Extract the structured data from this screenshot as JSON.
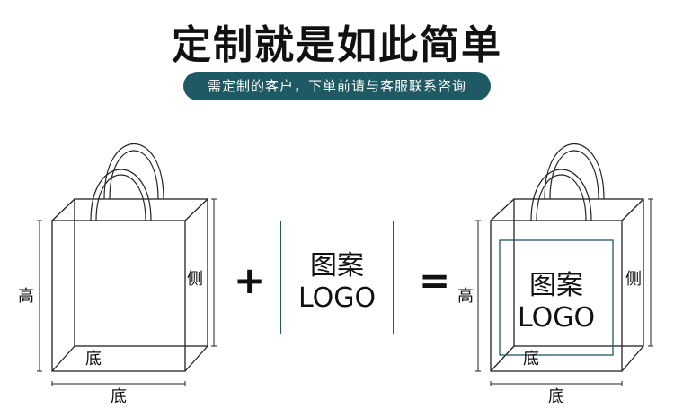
{
  "header": {
    "title": "定制就是如此简单",
    "subtitle": "需定制的客户，下单前请与客服联系咨询"
  },
  "diagram": {
    "left_bag": {
      "height_label": "高",
      "side_label": "侧",
      "bottom_label": "底",
      "width_label": "底"
    },
    "plus": "+",
    "logo_box": {
      "pattern_label": "图案",
      "logo_label": "LOGO"
    },
    "equals": "=",
    "right_bag": {
      "height_label": "高",
      "side_label": "侧",
      "bottom_label": "底",
      "width_label": "底",
      "pattern_label": "图案",
      "logo_label": "LOGO"
    }
  },
  "colors": {
    "accent": "#1f5a64"
  }
}
